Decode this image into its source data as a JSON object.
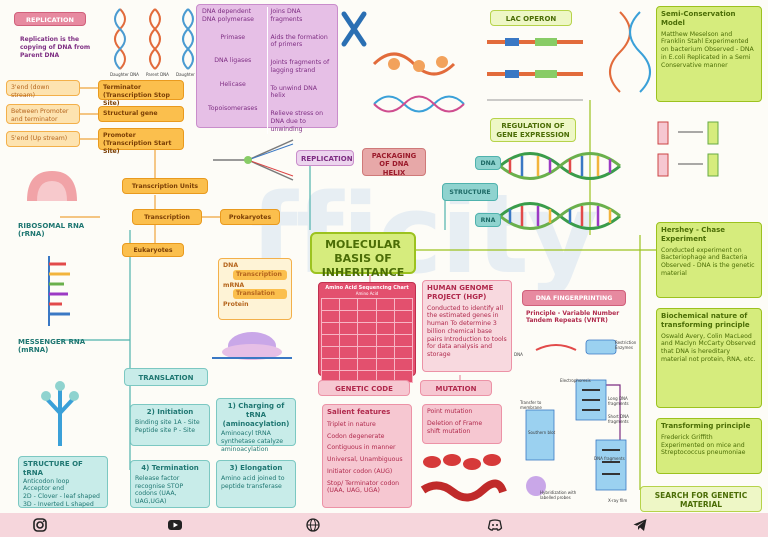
{
  "replication_note": {
    "title": "REPLICATION",
    "text": "Replication is the copying of DNA from Parent DNA"
  },
  "replication_models": [
    "Daughter DNA",
    "Parent DNA",
    "Daughter DNA"
  ],
  "transcription_unit": {
    "left": [
      "3'end (down stream)",
      "Between Promoter and terminator",
      "5'end (Up stream)"
    ],
    "right": [
      "Terminator (Transcription Stop Site)",
      "Structural gene",
      "Promoter (Transcription Start Site)"
    ]
  },
  "replication_enzymes": {
    "left": [
      "DNA dependent DNA polymerase",
      "Primase",
      "DNA ligases",
      "Helicase",
      "Topoisomerases"
    ],
    "right": [
      "Joins DNA fragments",
      "Aids the formation of primers",
      "Joints fragments of lagging strand",
      "To unwind DNA helix",
      "Relieve stress on DNA due to unwinding"
    ]
  },
  "replication_label": "REPLICATION",
  "packaging": "PACKAGING OF DNA HELIX",
  "lac_operon": "LAC OPERON",
  "regulation": "REGULATION OF GENE EXPRESSION",
  "structure": "STRUCTURE",
  "dna": "DNA",
  "rna": "RNA",
  "semi_conservation": {
    "title": "Semi-Conservation Model",
    "text": "Matthew Meselson and Franklin Stahl Experimented on bacterium Observed - DNA in E.coli Replicated in a Semi Conservative manner"
  },
  "hershey": {
    "title": "Hershey - Chase Experiment",
    "text": "Conducted experiment on Bacteriophage and Bacteria Observed - DNA is the genetic material"
  },
  "biochemical": {
    "title": "Biochemical nature of transforming principle",
    "text": "Oswald Avery, Colin MacLeod and Maclyn McCarty Observed that DNA is hereditary material not protein, RNA, etc."
  },
  "transforming": {
    "title": "Transforming principle",
    "text": "Frederick Griffith Experimented on mice and Streptococcus pneumoniae"
  },
  "search": "SEARCH FOR GENETIC MATERIAL",
  "center_title": "MOLECULAR BASIS OF INHERITANCE",
  "transcription_units": "Transcription Units",
  "transcription": "Transcription",
  "prokaryotes": "Prokaryotes",
  "eukaryotes": "Eukaryotes",
  "central_dogma": {
    "dna": "DNA",
    "t1": "Transcription",
    "mrna": "mRNA",
    "t2": "Translation",
    "protein": "Protein"
  },
  "ribosomal": "RIBOSOMAL RNA (rRNA)",
  "messenger": "MESSENGER RNA (mRNA)",
  "trna_structure": {
    "title": "STRUCTURE OF tRNA",
    "text": "Anticodon loop\nAcceptor end\n2D - Clover - leaf shaped\n3D - Inverted L shaped"
  },
  "translation": "TRANSLATION",
  "initiation": {
    "title": "2) Initiation",
    "text": "Binding site 1A - Site\nPeptide site P - Site"
  },
  "charging": {
    "title": "1) Charging of tRNA (aminoacylation)",
    "text": "Aminoacyl tRNA synthetase catalyze aminoacylation"
  },
  "termination": {
    "title": "4) Termination",
    "text": "Release factor recognise STOP codons (UAA, UAG,UGA)"
  },
  "elongation": {
    "title": "3) Elongation",
    "text": "Amino acid joined to peptide transferase"
  },
  "hgp": {
    "title": "HUMAN GENOME PROJECT (HGP)",
    "text": "Conducted to identify all the estimated genes in human To determine 3 billion chemical base pairs Introduction to tools for data analysis and storage"
  },
  "chart_label": {
    "title": "Amino Acid Sequencing Chart",
    "sub": "Amino Acid"
  },
  "fingerprint": {
    "title": "DNA FINGERPRINTING",
    "text": "Principle - Variable Number Tandem Repeats (VNTR)"
  },
  "genetic_code": "GENETIC CODE",
  "mutation": "MUTATION",
  "salient": {
    "title": "Salient features",
    "items": [
      "Triplet in nature",
      "Codon degenerate",
      "Contiguous in manner",
      "Universal, Unambiguous",
      "Initiator codon (AUG)",
      "Stop/ Terminator codon (UAA, UAG, UGA)"
    ]
  },
  "mutation_items": [
    "Point mutation",
    "Deletion of Frame shift mutation"
  ],
  "fp_labels": {
    "a": "Southern blot",
    "b": "Long DNA fragments",
    "c": "Short DNA fragments",
    "d": "Transfer to membrane",
    "e": "Restriction Enzymes",
    "f": "Hybridization with labelled probes",
    "g": "X-ray film",
    "h": "DNA fragments",
    "i": "Electrophoresis",
    "j": "DNA"
  },
  "watermark": "fficity",
  "colors": {
    "orange": "#fbbf4d",
    "purple": "#e6bfe6",
    "green": "#d6ec7d",
    "teal": "#8fd3cf",
    "pink": "#f6c7d1",
    "footer": "#f6d6dc"
  }
}
